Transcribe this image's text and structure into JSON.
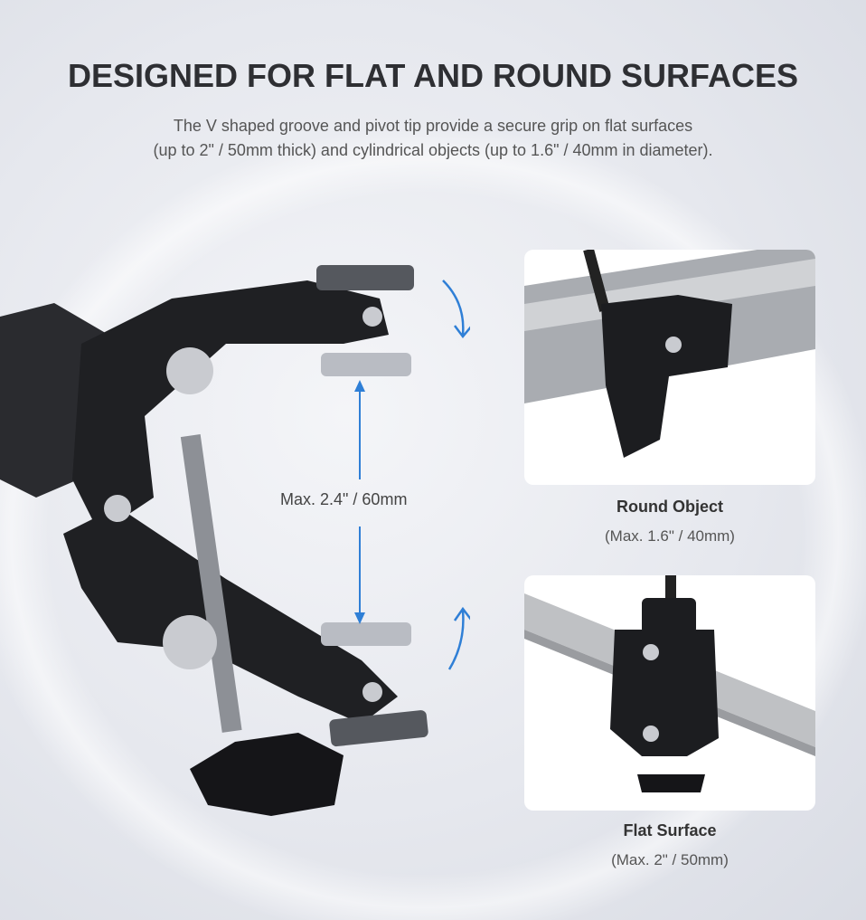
{
  "heading": "DESIGNED FOR FLAT AND ROUND SURFACES",
  "subheading": {
    "line1": "The V shaped groove and pivot tip provide a secure grip on flat surfaces",
    "line2": "(up to 2\" / 50mm thick) and cylindrical objects (up to 1.6\" / 40mm in diameter)."
  },
  "dimension_label": "Max. 2.4\" / 60mm",
  "examples": [
    {
      "title": "Round Object",
      "detail": "(Max. 1.6\" / 40mm)"
    },
    {
      "title": "Flat Surface",
      "detail": "(Max. 2\" / 50mm)"
    }
  ],
  "colors": {
    "arrow": "#2f7fd6",
    "clamp": "#1c1d20",
    "heading": "#2e2f33"
  }
}
